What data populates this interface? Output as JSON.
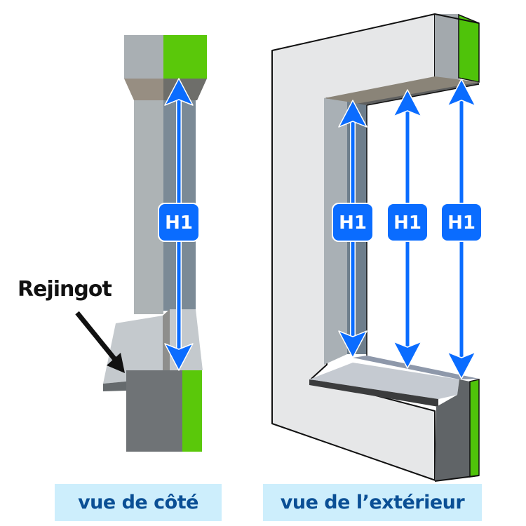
{
  "labels": {
    "dimension": "H1",
    "rejingot": "Rejingot"
  },
  "captions": {
    "side_view": "vue de côté",
    "exterior_view": "vue de l’extérieur"
  },
  "colors": {
    "insulation_green": "#5ac80a",
    "arrow_blue": "#0a6cff",
    "caption_bg": "#cdeefc",
    "caption_text": "#0a4f95",
    "wall_light": "#e6e7e8",
    "reveal_gray": "#a7adb1",
    "reveal_dark": "#7b8a96",
    "lintel_brown": "#978e82",
    "masonry_dark": "#6f7376"
  }
}
